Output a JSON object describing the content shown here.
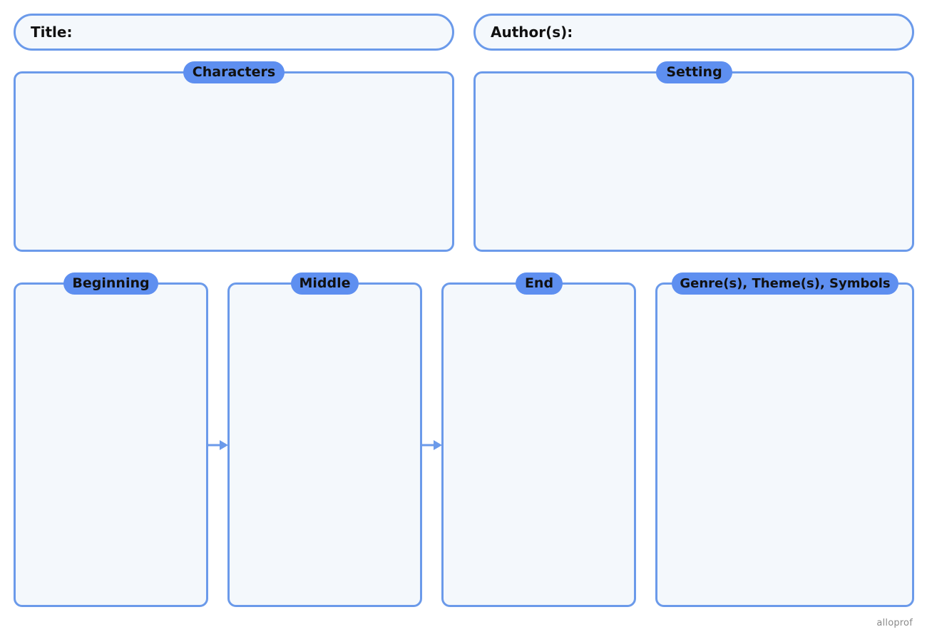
{
  "header": {
    "title_label": "Title:",
    "author_label": "Author(s):"
  },
  "sections": {
    "characters": "Characters",
    "setting": "Setting",
    "beginning": "Beginning",
    "middle": "Middle",
    "end": "End",
    "genre_theme_symbols": "Genre(s), Theme(s), Symbols"
  },
  "footer": {
    "logo_text": "alloprof"
  },
  "colors": {
    "border": "#6b9aea",
    "tag_fill": "#5e8ff0",
    "box_fill": "#f4f8fc"
  }
}
